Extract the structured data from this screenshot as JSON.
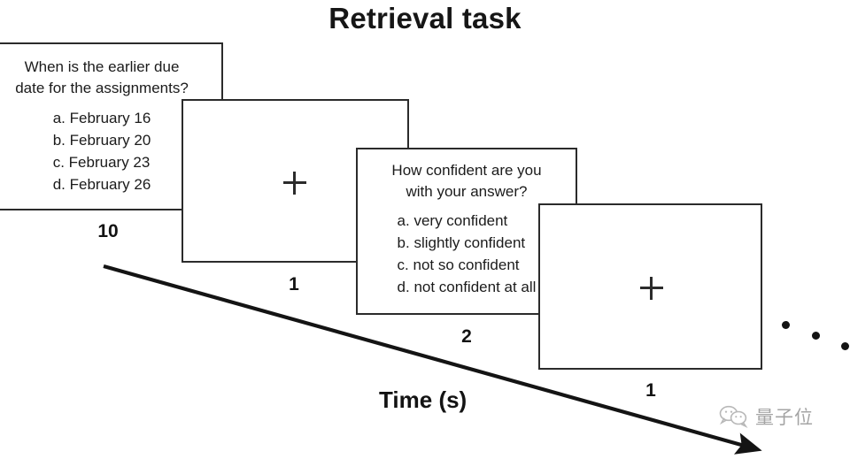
{
  "figure": {
    "title": "Retrieval task",
    "time_axis_label": "Time (s)",
    "arrow_name": "time-arrow"
  },
  "cards": [
    {
      "id": "question-screen",
      "kind": "question",
      "prompt": "When is the earlier due\ndate for the assignments?",
      "options": [
        "a. February 16",
        "b. February 20",
        "c. February 23",
        "d. February 26"
      ],
      "duration": "10"
    },
    {
      "id": "fixation-screen-1",
      "kind": "fixation",
      "cross": "plus-cross-icon",
      "duration": "1"
    },
    {
      "id": "confidence-screen",
      "kind": "question",
      "prompt": "How confident are you\nwith your answer?",
      "options": [
        "a. very confident",
        "b. slightly confident",
        "c. not so confident",
        "d. not confident at all"
      ],
      "duration": "2"
    },
    {
      "id": "fixation-screen-2",
      "kind": "fixation",
      "cross": "plus-cross-icon",
      "duration": "1"
    }
  ],
  "continuation": {
    "name": "ellipsis-dots",
    "dot_count": 3
  },
  "watermark": {
    "icon": "wechat-icon",
    "text": "量子位"
  },
  "colors": {
    "stroke": "#2b2b2b",
    "text": "#1b1b1b",
    "background": "#ffffff",
    "watermark": "#6e6e6e"
  }
}
